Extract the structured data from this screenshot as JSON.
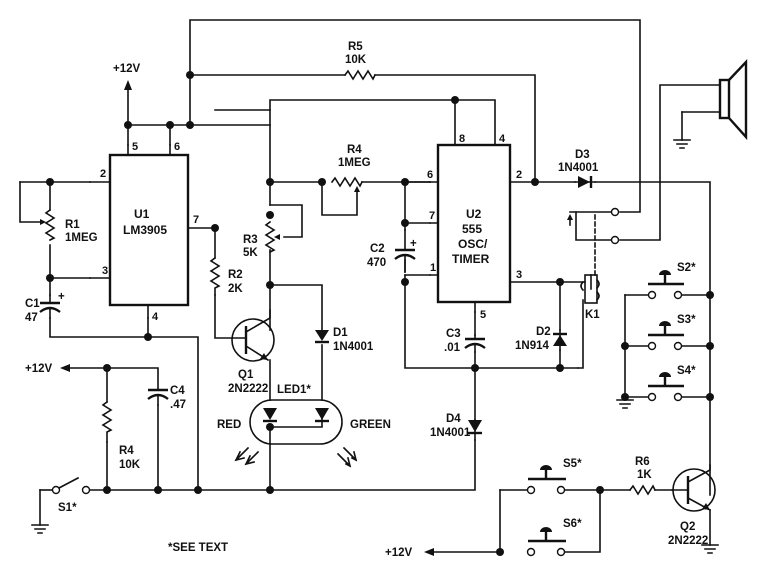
{
  "power": {
    "vcc": "+12V"
  },
  "ics": {
    "u1": {
      "ref": "U1",
      "part": "LM3905",
      "pins": {
        "p2": "2",
        "p3": "3",
        "p4": "4",
        "p5": "5",
        "p6": "6",
        "p7": "7"
      }
    },
    "u2": {
      "ref": "U2",
      "part": "555",
      "line3": "OSC/",
      "line4": "TIMER",
      "pins": {
        "p1": "1",
        "p2": "2",
        "p3": "3",
        "p4": "4",
        "p5": "5",
        "p6": "6",
        "p7": "7",
        "p8": "8"
      }
    }
  },
  "resistors": {
    "r1": {
      "ref": "R1",
      "value": "1MEG"
    },
    "r2": {
      "ref": "R2",
      "value": "2K"
    },
    "r3": {
      "ref": "R3",
      "value": "5K"
    },
    "r4a": {
      "ref": "R4",
      "value": "1MEG"
    },
    "r4b": {
      "ref": "R4",
      "value": "10K"
    },
    "r5": {
      "ref": "R5",
      "value": "10K"
    },
    "r6": {
      "ref": "R6",
      "value": "1K"
    }
  },
  "capacitors": {
    "c1": {
      "ref": "C1",
      "value": "47"
    },
    "c2": {
      "ref": "C2",
      "value": "470"
    },
    "c3": {
      "ref": "C3",
      "value": ".01"
    },
    "c4": {
      "ref": "C4",
      "value": ".47"
    },
    "plus": "+"
  },
  "diodes": {
    "d1": {
      "ref": "D1",
      "part": "1N4001"
    },
    "d2": {
      "ref": "D2",
      "part": "1N914"
    },
    "d3": {
      "ref": "D3",
      "part": "1N4001"
    },
    "d4": {
      "ref": "D4",
      "part": "1N4001"
    }
  },
  "transistors": {
    "q1": {
      "ref": "Q1",
      "part": "2N2222"
    },
    "q2": {
      "ref": "Q2",
      "part": "2N2222"
    }
  },
  "led": {
    "ref": "LED1*",
    "red": "RED",
    "green": "GREEN"
  },
  "relay": {
    "ref": "K1"
  },
  "switches": {
    "s1": "S1*",
    "s2": "S2*",
    "s3": "S3*",
    "s4": "S4*",
    "s5": "S5*",
    "s6": "S6*"
  },
  "note": "*SEE TEXT"
}
